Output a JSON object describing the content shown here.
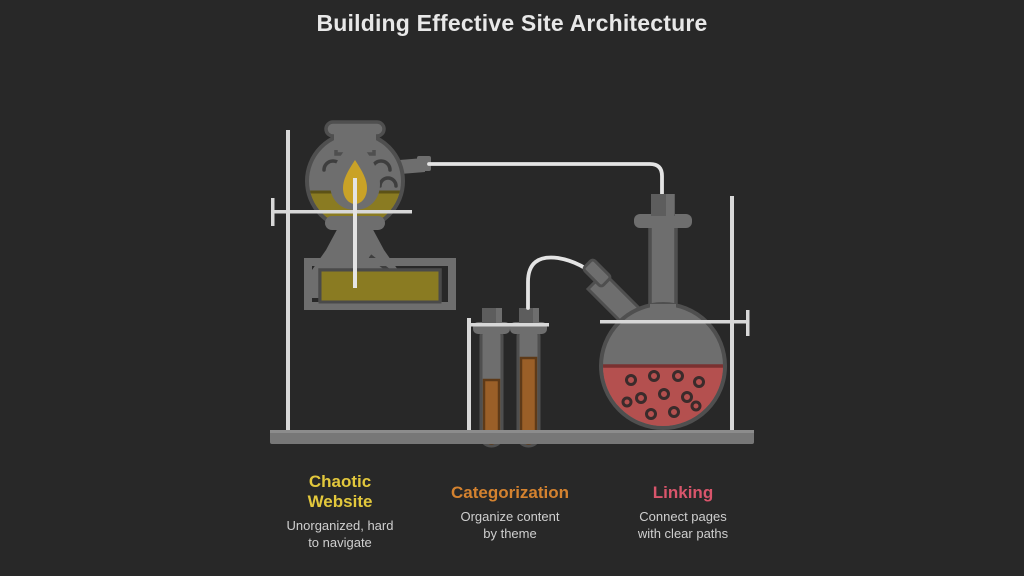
{
  "slide": {
    "title": "Building Effective Site Architecture",
    "background_color": "#282828",
    "title_color": "#e8e8e8"
  },
  "illustration": {
    "name": "chemistry-lab-apparatus",
    "description": "Distillation setup: boiling flask with gold liquid over a burner, connected by tubing to a round-bottom flask with red liquid, plus two test tubes on a stand",
    "palette": {
      "glass_gray": "#6e6e6e",
      "glass_gray_dark": "#5d5d5d",
      "glass_outline": "#4a4a4a",
      "stand_white": "#d8d8d8",
      "bench_gray": "#777777",
      "liquid_gold": "#8a7b22",
      "liquid_red": "#b4504f",
      "liquid_brown": "#9a5f28",
      "flame_gold": "#c9a227",
      "bubble_dark": "#3a2b2b"
    },
    "parts": [
      "boiling-flask",
      "bunsen-burner",
      "test-tube-left",
      "test-tube-right",
      "round-bottom-flask",
      "connecting-tube-top",
      "connecting-tube-arch",
      "lab-bench",
      "stand-pole-left",
      "stand-pole-middle",
      "stand-pole-right"
    ]
  },
  "captions": [
    {
      "title": "Chaotic\nWebsite",
      "title_line1": "Chaotic",
      "title_line2": "Website",
      "desc_line1": "Unorganized, hard",
      "desc_line2": "to navigate",
      "desc": "Unorganized, hard to navigate",
      "color": "#e3c83c"
    },
    {
      "title": "Categorization",
      "title_line1": "Categorization",
      "title_line2": "",
      "desc_line1": "Organize content",
      "desc_line2": "by theme",
      "desc": "Organize content by theme",
      "color": "#d4822f"
    },
    {
      "title": "Linking",
      "title_line1": "Linking",
      "title_line2": "",
      "desc_line1": "Connect pages",
      "desc_line2": "with clear paths",
      "desc": "Connect pages with clear paths",
      "color": "#d9556b"
    }
  ]
}
